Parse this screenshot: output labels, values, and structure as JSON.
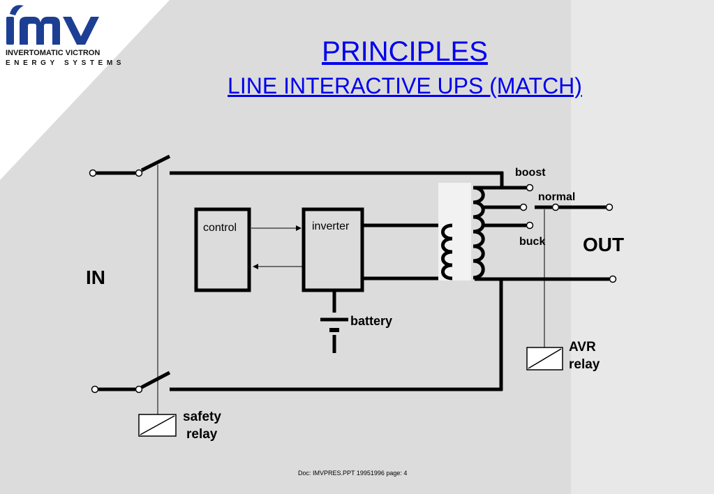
{
  "logo": {
    "letters": "IMV",
    "line1": "INVERTOMATIC VICTRON",
    "line2": "ENERGY SYSTEMS"
  },
  "title": {
    "main": "PRINCIPLES",
    "sub": "LINE INTERACTIVE UPS (MATCH)"
  },
  "labels": {
    "control": "control",
    "inverter": "inverter",
    "battery": "battery",
    "boost": "boost",
    "normal": "normal",
    "buck": "buck",
    "out": "OUT",
    "in": "IN",
    "avr_relay_line1": "AVR",
    "avr_relay_line2": "relay",
    "safety_relay_line1": "safety",
    "safety_relay_line2": "relay"
  },
  "footer": "Doc: IMVPRES.PPT  19951996  page: 4",
  "colors": {
    "title": "#0000ee",
    "background_left": "#dcdcdc",
    "background_right": "#e8e8e8",
    "white_triangle": "#ffffff",
    "logo_blue": "#1c3f94"
  }
}
